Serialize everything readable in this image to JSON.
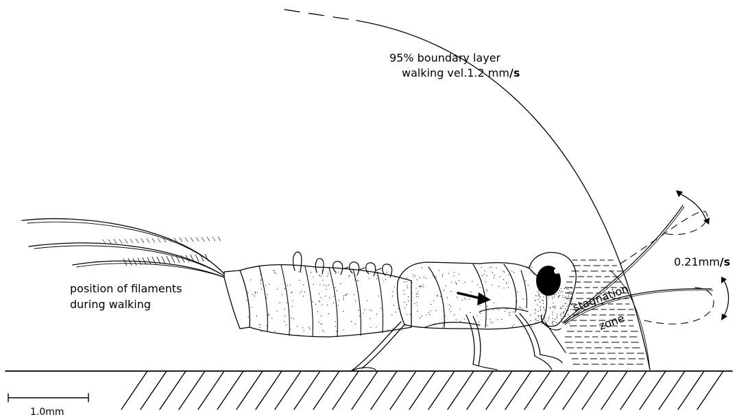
{
  "labels": {
    "boundary_layer_line1": "95% boundary layer",
    "boundary_layer_line2_prefix": "walking vel.1.2 mm",
    "boundary_layer_line2_unit": "/s",
    "filament_speed_prefix": "0.21mm",
    "filament_speed_unit": "/s",
    "stagnation": "stagnation",
    "zone": "zone",
    "filaments_line1": "position of filaments",
    "filaments_line2": "during walking",
    "scale_bar": "1.0mm"
  }
}
